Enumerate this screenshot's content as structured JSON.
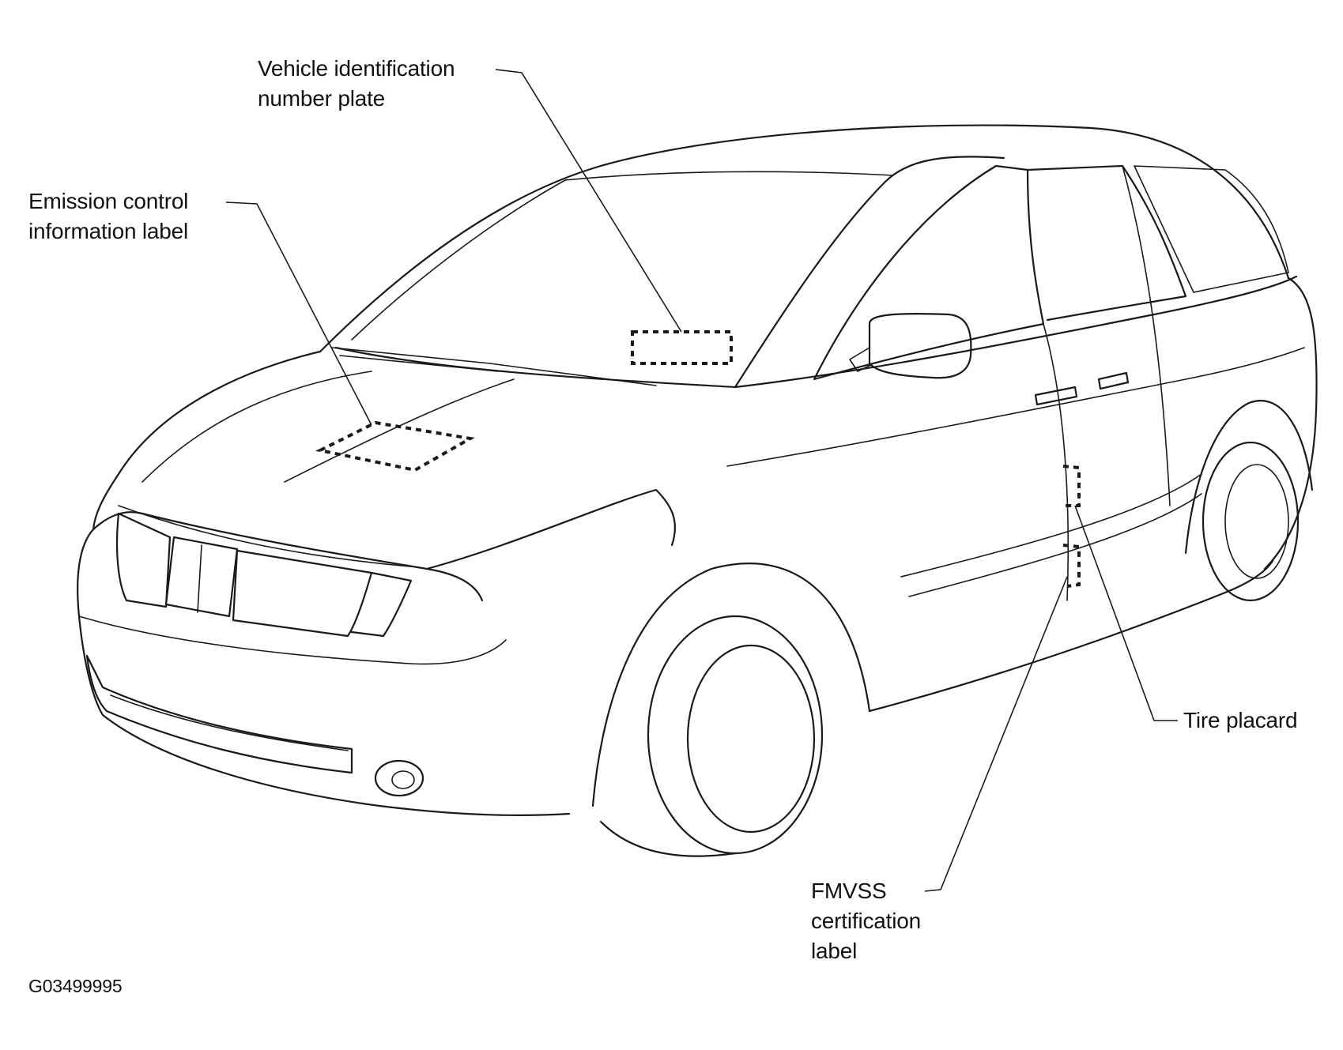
{
  "callouts": {
    "vin": {
      "line1": "Vehicle identification",
      "line2": "number plate"
    },
    "emission": {
      "line1": "Emission control",
      "line2": "information label"
    },
    "tire": {
      "line1": "Tire placard"
    },
    "fmvss": {
      "line1": "FMVSS",
      "line2": "certification",
      "line3": "label"
    }
  },
  "figure_code": "G03499995",
  "colors": {
    "line": "#1a1a1a",
    "background": "#ffffff"
  }
}
